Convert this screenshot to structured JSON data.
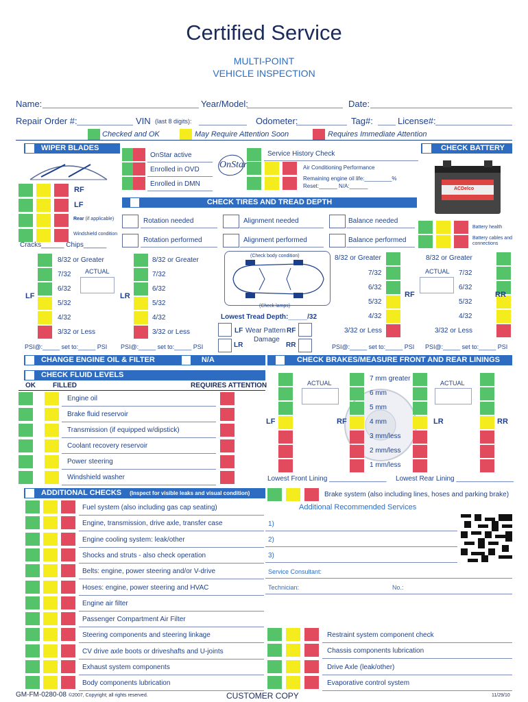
{
  "title": "Certified Service",
  "subtitle1": "MULTI-POINT",
  "subtitle2": "VEHICLE INSPECTION",
  "info": {
    "name": "Name:",
    "year": "Year/Model:",
    "date": "Date:",
    "repair": "Repair Order #:",
    "vin": "VIN",
    "vin_note": "(last 8 digits):",
    "odometer": "Odometer:",
    "tag": "Tag#:",
    "license": "License#:"
  },
  "legend": {
    "green": "Checked and OK",
    "yellow": "May Require Attention Soon",
    "red": "Requires Immediate Attention"
  },
  "wiper": {
    "header": "WIPER BLADES",
    "rf": "RF",
    "lf": "LF",
    "rear": "Rear",
    "rear_note": "(if applicable)",
    "windshield": "Windshield condition",
    "cracks": "Cracks______ Chips______"
  },
  "onstar": {
    "active": "OnStar active",
    "ovd": "Enrolled in OVD",
    "dmn": "Enrolled in DMN",
    "logo": "OnStar"
  },
  "service": {
    "history": "Service History Check",
    "ac": "Air Conditioning Performance",
    "oil_life": "Remaining engine oil life:_________%",
    "reset": "Reset:______ N/A:______"
  },
  "battery": {
    "header": "CHECK BATTERY",
    "health": "Battery health",
    "cables": "Battery cables and connections",
    "brand": "ACDelco"
  },
  "tires": {
    "header": "CHECK TIRES AND TREAD DEPTH",
    "rotation_needed": "Rotation needed",
    "alignment_needed": "Alignment needed",
    "balance_needed": "Balance needed",
    "rotation_performed": "Rotation performed",
    "alignment_performed": "Alignment performed",
    "balance_performed": "Balance performed",
    "check_body": "(Check body condition)",
    "check_lamps": "(Check lamps)",
    "lowest": "Lowest Tread Depth:_____/32",
    "wear": "Wear Pattern",
    "damage": "Damage",
    "lf": "LF",
    "rf": "RF",
    "lr": "LR",
    "rr": "RR",
    "actual": "ACTUAL",
    "psi": "PSI@:_____ set to:_____ PSI",
    "depths": [
      "8/32 or Greater",
      "7/32",
      "6/32",
      "5/32",
      "4/32",
      "3/32 or Less"
    ]
  },
  "oil": {
    "header": "CHANGE ENGINE OIL & FILTER",
    "na": "N/A"
  },
  "fluids": {
    "header": "CHECK FLUID LEVELS",
    "ok": "OK",
    "filled": "FILLED",
    "requires": "REQUIRES ATTENTION",
    "items": [
      "Engine oil",
      "Brake fluid reservoir",
      "Transmission (if equipped w/dipstick)",
      "Coolant recovery reservoir",
      "Power steering",
      "Windshield washer"
    ]
  },
  "brakes": {
    "header": "CHECK BRAKES/MEASURE FRONT AND REAR LININGS",
    "actual": "ACTUAL",
    "lf": "LF",
    "rf": "RF",
    "lr": "LR",
    "rr": "RR",
    "levels": [
      "7 mm greater",
      "6 mm",
      "5 mm",
      "4 mm",
      "3 mm/less",
      "2 mm/less",
      "1 mm/less"
    ],
    "lowest_front": "Lowest Front Lining _______________",
    "lowest_rear": "Lowest Rear Lining _______________",
    "system": "Brake system (also including lines, hoses and parking brake)"
  },
  "additional": {
    "header": "ADDITIONAL CHECKS",
    "note": "(Inspect for visible leaks and visual condition)",
    "items": [
      "Fuel system (also including gas cap seating)",
      "Engine, transmission, drive axle, transfer case",
      "Engine cooling system: leak/other",
      "Shocks and struts - also check operation",
      "Belts: engine, power steering and/or V-drive",
      "Hoses: engine, power steering and HVAC",
      "Engine air filter",
      "Passenger Compartment Air Filter",
      "Steering components and steering linkage",
      "CV drive axle boots or driveshafts and U-joints",
      "Exhaust system components",
      "Body components lubrication"
    ]
  },
  "recommended": {
    "header": "Additional Recommended Services",
    "items": [
      "1)",
      "2)",
      "3)"
    ],
    "consultant": "Service Consultant:",
    "technician": "Technician:",
    "no": "No.:"
  },
  "right_items": [
    "Restraint system component check",
    "Chassis components lubrication",
    "Drive Axle (leak/other)",
    "Evaporative control system"
  ],
  "footer": {
    "form": "GM-FM-0280-08",
    "copyright": "©2007, Copyright; all rights reserved.",
    "copy": "CUSTOMER COPY",
    "date": "11/29/10"
  },
  "colors": {
    "green": "#55c36a",
    "yellow": "#f4ec1c",
    "red": "#e24a5e",
    "blue": "#2d6cc0"
  }
}
